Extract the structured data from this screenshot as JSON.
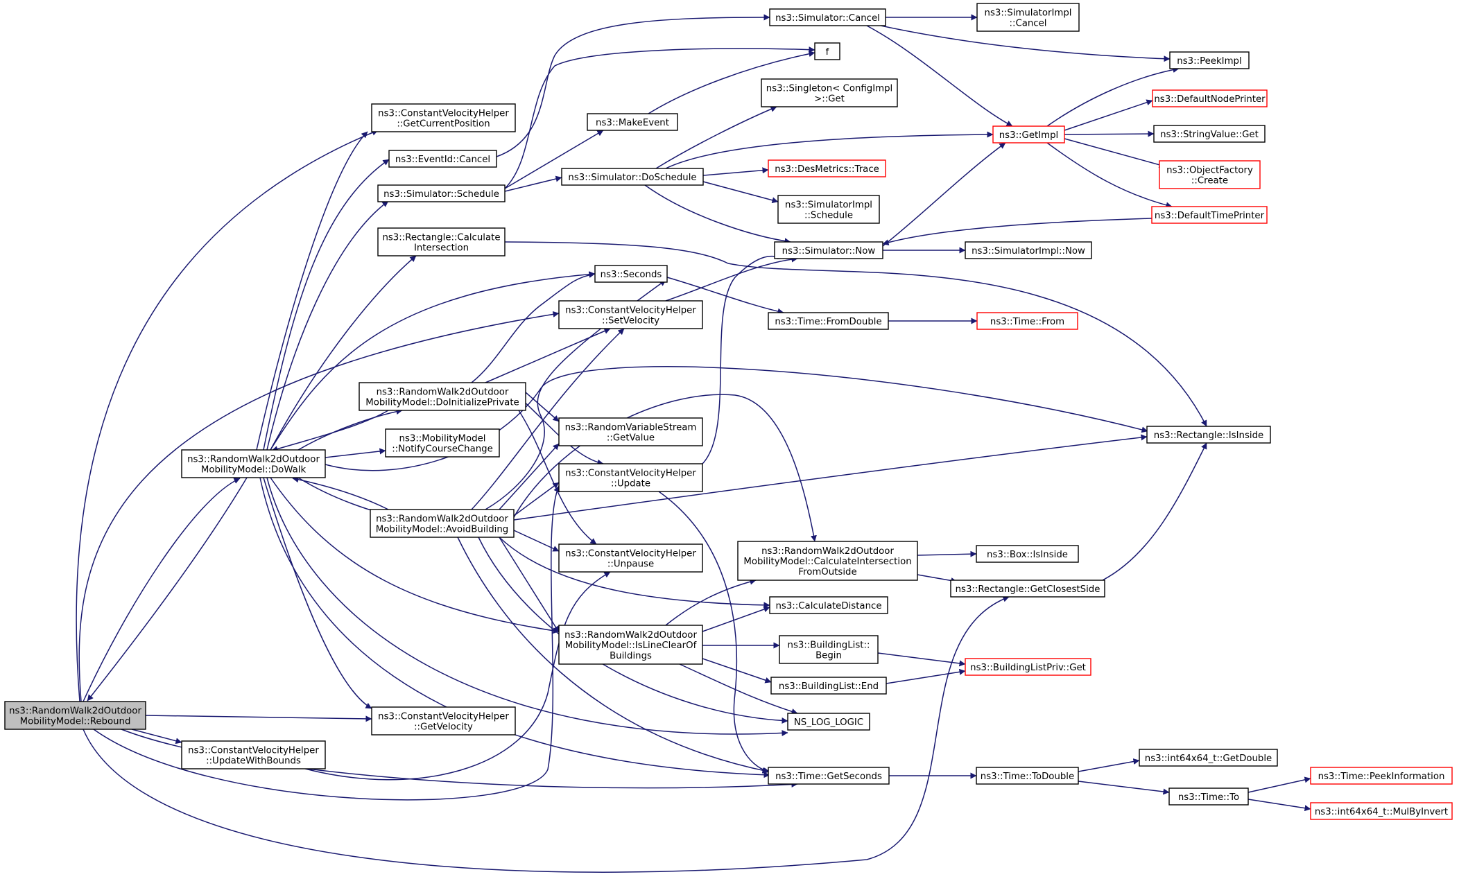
{
  "graph": {
    "root": "rebound",
    "nodes": [
      {
        "id": "rebound",
        "lines": [
          "ns3::RandomWalk2dOutdoor",
          "MobilityModel::Rebound"
        ],
        "style": "root"
      },
      {
        "id": "dowalk",
        "lines": [
          "ns3::RandomWalk2dOutdoor",
          "MobilityModel::DoWalk"
        ],
        "style": "normal"
      },
      {
        "id": "updatewithbounds",
        "lines": [
          "ns3::ConstantVelocityHelper",
          "::UpdateWithBounds"
        ],
        "style": "normal"
      },
      {
        "id": "getcurrentposition",
        "lines": [
          "ns3::ConstantVelocityHelper",
          "::GetCurrentPosition"
        ],
        "style": "normal"
      },
      {
        "id": "eventidcancel",
        "lines": [
          "ns3::EventId::Cancel"
        ],
        "style": "normal"
      },
      {
        "id": "schedule",
        "lines": [
          "ns3::Simulator::Schedule"
        ],
        "style": "normal"
      },
      {
        "id": "calcintersection",
        "lines": [
          "ns3::Rectangle::Calculate",
          "Intersection"
        ],
        "style": "normal"
      },
      {
        "id": "doinitprivate",
        "lines": [
          "ns3::RandomWalk2dOutdoor",
          "MobilityModel::DoInitializePrivate"
        ],
        "style": "normal"
      },
      {
        "id": "notifycoursechange",
        "lines": [
          "ns3::MobilityModel",
          "::NotifyCourseChange"
        ],
        "style": "normal"
      },
      {
        "id": "avoidbuilding",
        "lines": [
          "ns3::RandomWalk2dOutdoor",
          "MobilityModel::AvoidBuilding"
        ],
        "style": "normal"
      },
      {
        "id": "getvelocity",
        "lines": [
          "ns3::ConstantVelocityHelper",
          "::GetVelocity"
        ],
        "style": "normal"
      },
      {
        "id": "simcancel",
        "lines": [
          "ns3::Simulator::Cancel"
        ],
        "style": "normal"
      },
      {
        "id": "f",
        "lines": [
          "f"
        ],
        "style": "normal"
      },
      {
        "id": "makeevent",
        "lines": [
          "ns3::MakeEvent"
        ],
        "style": "normal"
      },
      {
        "id": "doschedule",
        "lines": [
          "ns3::Simulator::DoSchedule"
        ],
        "style": "normal"
      },
      {
        "id": "seconds",
        "lines": [
          "ns3::Seconds"
        ],
        "style": "normal"
      },
      {
        "id": "setvelocity",
        "lines": [
          "ns3::ConstantVelocityHelper",
          "::SetVelocity"
        ],
        "style": "normal"
      },
      {
        "id": "getvalue",
        "lines": [
          "ns3::RandomVariableStream",
          "::GetValue"
        ],
        "style": "normal"
      },
      {
        "id": "cvupdate",
        "lines": [
          "ns3::ConstantVelocityHelper",
          "::Update"
        ],
        "style": "normal"
      },
      {
        "id": "unpause",
        "lines": [
          "ns3::ConstantVelocityHelper",
          "::Unpause"
        ],
        "style": "normal"
      },
      {
        "id": "islineclear",
        "lines": [
          "ns3::RandomWalk2dOutdoor",
          "MobilityModel::IsLineClearOf",
          "Buildings"
        ],
        "style": "normal"
      },
      {
        "id": "simimplcancel",
        "lines": [
          "ns3::SimulatorImpl",
          "::Cancel"
        ],
        "style": "normal"
      },
      {
        "id": "singletonget",
        "lines": [
          "ns3::Singleton< ConfigImpl",
          " >::Get"
        ],
        "style": "normal"
      },
      {
        "id": "desmetricstrace",
        "lines": [
          "ns3::DesMetrics::Trace"
        ],
        "style": "truncated"
      },
      {
        "id": "simimplschedule",
        "lines": [
          "ns3::SimulatorImpl",
          "::Schedule"
        ],
        "style": "normal"
      },
      {
        "id": "simnow",
        "lines": [
          "ns3::Simulator::Now"
        ],
        "style": "normal"
      },
      {
        "id": "timefromdouble",
        "lines": [
          "ns3::Time::FromDouble"
        ],
        "style": "normal"
      },
      {
        "id": "calcintersectionfromoutside",
        "lines": [
          "ns3::RandomWalk2dOutdoor",
          "MobilityModel::CalculateIntersection",
          "FromOutside"
        ],
        "style": "normal"
      },
      {
        "id": "calculatedistance",
        "lines": [
          "ns3::CalculateDistance"
        ],
        "style": "normal"
      },
      {
        "id": "buildinglistbegin",
        "lines": [
          "ns3::BuildingList::",
          "Begin"
        ],
        "style": "normal"
      },
      {
        "id": "buildinglistend",
        "lines": [
          "ns3::BuildingList::End"
        ],
        "style": "normal"
      },
      {
        "id": "nsloglogic",
        "lines": [
          "NS_LOG_LOGIC"
        ],
        "style": "normal"
      },
      {
        "id": "timegetseconds",
        "lines": [
          "ns3::Time::GetSeconds"
        ],
        "style": "normal"
      },
      {
        "id": "getimpl",
        "lines": [
          "ns3::GetImpl"
        ],
        "style": "truncated"
      },
      {
        "id": "simimplnow",
        "lines": [
          "ns3::SimulatorImpl::Now"
        ],
        "style": "normal"
      },
      {
        "id": "timefrom",
        "lines": [
          "ns3::Time::From"
        ],
        "style": "truncated"
      },
      {
        "id": "boxisinside",
        "lines": [
          "ns3::Box::IsInside"
        ],
        "style": "normal"
      },
      {
        "id": "getclosestside",
        "lines": [
          "ns3::Rectangle::GetClosestSide"
        ],
        "style": "normal"
      },
      {
        "id": "buildinglistprivget",
        "lines": [
          "ns3::BuildingListPriv::Get"
        ],
        "style": "truncated"
      },
      {
        "id": "timetodouble",
        "lines": [
          "ns3::Time::ToDouble"
        ],
        "style": "normal"
      },
      {
        "id": "peekimpl",
        "lines": [
          "ns3::PeekImpl"
        ],
        "style": "normal"
      },
      {
        "id": "defaultnodeprinter",
        "lines": [
          "ns3::DefaultNodePrinter"
        ],
        "style": "truncated"
      },
      {
        "id": "stringvalueget",
        "lines": [
          "ns3::StringValue::Get"
        ],
        "style": "normal"
      },
      {
        "id": "objectfactorycreate",
        "lines": [
          "ns3::ObjectFactory",
          "::Create"
        ],
        "style": "truncated"
      },
      {
        "id": "defaulttimeprinter",
        "lines": [
          "ns3::DefaultTimePrinter"
        ],
        "style": "truncated"
      },
      {
        "id": "rectisinside",
        "lines": [
          "ns3::Rectangle::IsInside"
        ],
        "style": "normal"
      },
      {
        "id": "int64getdouble",
        "lines": [
          "ns3::int64x64_t::GetDouble"
        ],
        "style": "normal"
      },
      {
        "id": "timeto",
        "lines": [
          "ns3::Time::To"
        ],
        "style": "normal"
      },
      {
        "id": "peekinformation",
        "lines": [
          "ns3::Time::PeekInformation"
        ],
        "style": "truncated"
      },
      {
        "id": "mulbyinvert",
        "lines": [
          "ns3::int64x64_t::MulByInvert"
        ],
        "style": "truncated"
      }
    ]
  }
}
